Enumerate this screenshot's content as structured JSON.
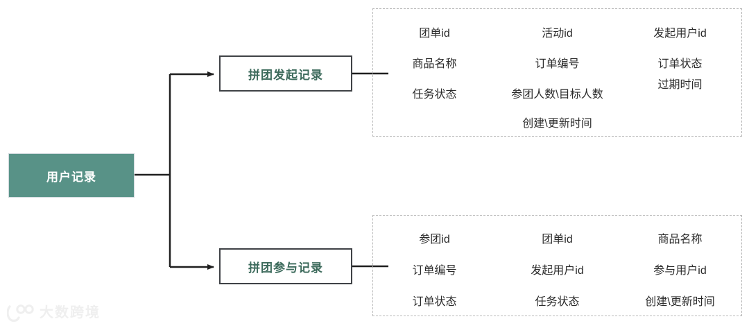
{
  "diagram": {
    "root": {
      "label": "用户记录",
      "fill": "#589287",
      "text_color": "#ffffff"
    },
    "branches": [
      {
        "node_label": "拼团发起记录",
        "node_text_color": "#3d6b5c",
        "field_rows": [
          [
            "团单id",
            "活动id",
            "发起用户id"
          ],
          [
            "商品名称",
            "订单编号",
            "订单状态"
          ],
          [
            "任务状态",
            "参团人数\\目标人数",
            "过期时间"
          ],
          [
            "",
            "创建\\更新时间",
            ""
          ]
        ]
      },
      {
        "node_label": "拼团参与记录",
        "node_text_color": "#3d6b5c",
        "field_rows": [
          [
            "参团id",
            "团单id",
            "商品名称"
          ],
          [
            "订单编号",
            "发起用户id",
            "参与用户id"
          ],
          [
            "订单状态",
            "任务状态",
            "创建\\更新时间"
          ]
        ]
      }
    ],
    "connector_color": "#1f1f1f",
    "field_border_color": "#b8b8b8"
  },
  "watermark": {
    "text": "大数跨境",
    "icon": "logo-icon",
    "color": "#efefef"
  }
}
